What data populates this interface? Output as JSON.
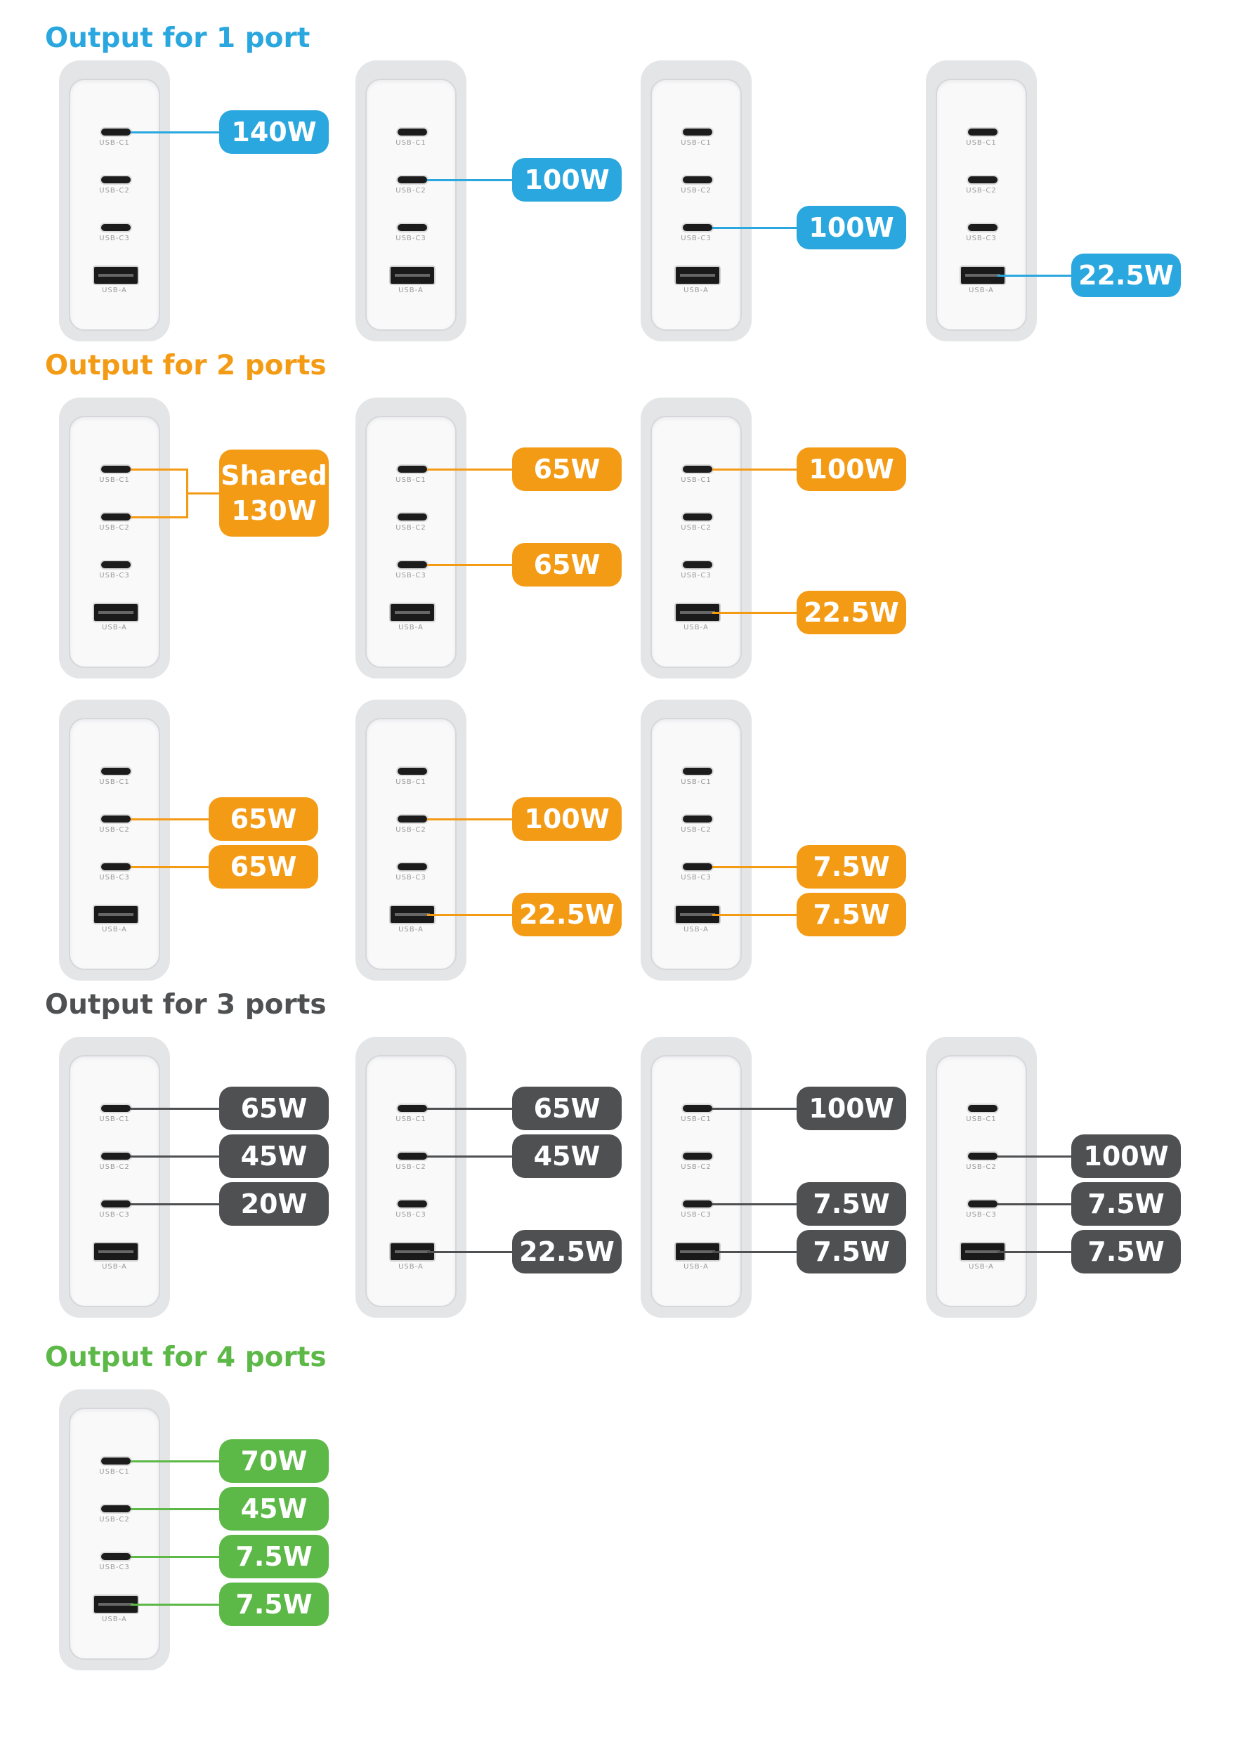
{
  "colors": {
    "group1": "#2aa7de",
    "group2": "#f49b16",
    "group3": "#4f5052",
    "group4": "#5cb847"
  },
  "headings": {
    "one_port": "Output for 1 port",
    "two_ports": "Output for 2 ports",
    "three_ports": "Output for 3 ports",
    "four_ports": "Output for 4 ports"
  },
  "port_labels": {
    "c1": "USB-C1",
    "c2": "USB-C2",
    "c3": "USB-C3",
    "a": "USB-A"
  },
  "badges": {
    "g1": [
      "140W",
      "100W",
      "100W",
      "22.5W"
    ],
    "g2a": {
      "shared_line1": "Shared",
      "shared_line2": "130W",
      "c1c3_c1": "65W",
      "c1c3_c3": "65W",
      "c1a_c1": "100W",
      "c1a_a": "22.5W"
    },
    "g2b": {
      "c2c3_c2": "65W",
      "c2c3_c3": "65W",
      "c2a_c2": "100W",
      "c2a_a": "22.5W",
      "c3a_c3": "7.5W",
      "c3a_a": "7.5W"
    },
    "g3": {
      "c1c2c3": [
        "65W",
        "45W",
        "20W"
      ],
      "c1c2a": [
        "65W",
        "45W",
        "22.5W"
      ],
      "c1c3a": [
        "100W",
        "7.5W",
        "7.5W"
      ],
      "c2c3a": [
        "100W",
        "7.5W",
        "7.5W"
      ]
    },
    "g4": [
      "70W",
      "45W",
      "7.5W",
      "7.5W"
    ]
  }
}
